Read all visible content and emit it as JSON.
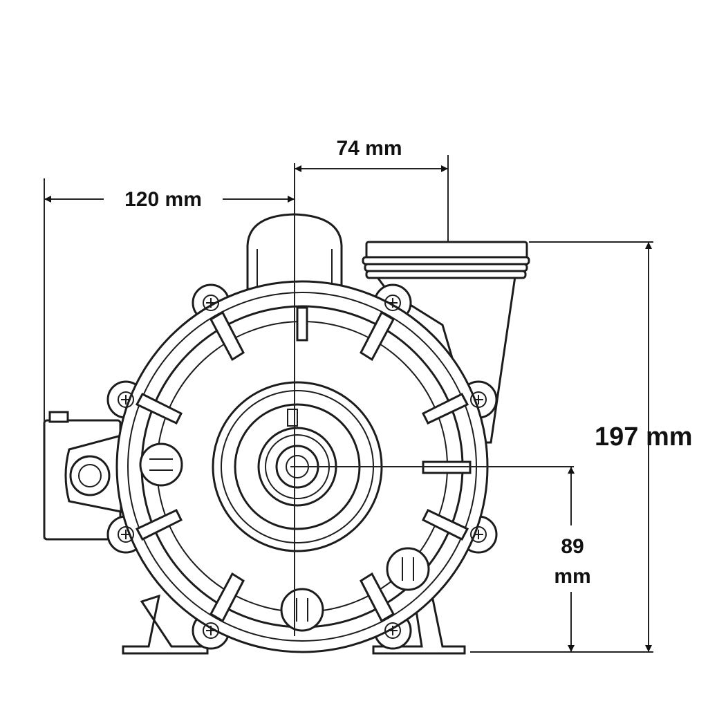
{
  "diagram": {
    "subject": "pump-front-view",
    "dimensions": {
      "width_left": "120 mm",
      "port_offset": "74 mm",
      "overall_height": "197 mm",
      "shaft_height_value": "89",
      "shaft_height_unit": "mm"
    }
  }
}
